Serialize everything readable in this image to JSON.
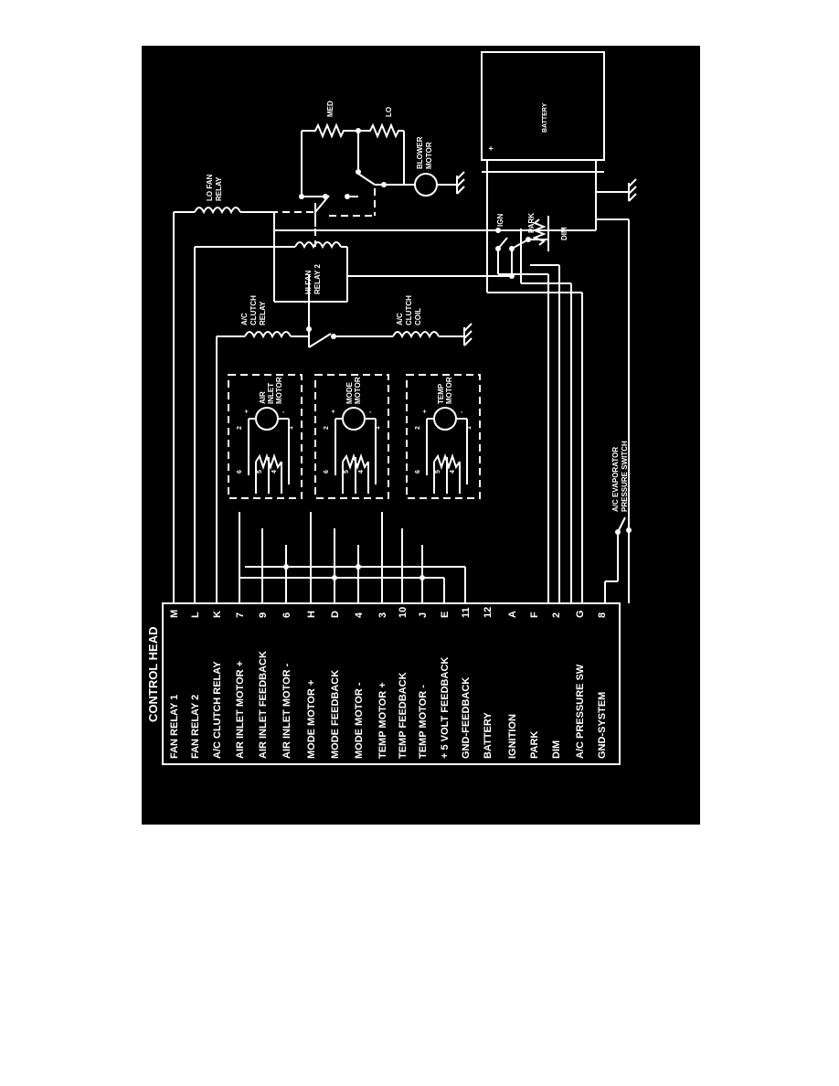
{
  "figure_id": "F7517",
  "control_head": {
    "title": "CONTROL HEAD",
    "rows": [
      {
        "label": "FAN RELAY 1",
        "pin": "M"
      },
      {
        "label": "FAN RELAY 2",
        "pin": "L"
      },
      {
        "label": "A/C CLUTCH RELAY",
        "pin": "K"
      },
      {
        "label": "AIR INLET MOTOR +",
        "pin": "7"
      },
      {
        "label": "AIR INLET FEEDBACK",
        "pin": "9"
      },
      {
        "label": "AIR INLET MOTOR -",
        "pin": "6"
      },
      {
        "label": "MODE MOTOR +",
        "pin": "H"
      },
      {
        "label": "MODE FEEDBACK",
        "pin": "D"
      },
      {
        "label": "MODE MOTOR -",
        "pin": "4"
      },
      {
        "label": "TEMP MOTOR +",
        "pin": "3"
      },
      {
        "label": "TEMP FEEDBACK",
        "pin": "10"
      },
      {
        "label": "TEMP MOTOR -",
        "pin": "J"
      },
      {
        "label": "+ 5 VOLT FEEDBACK",
        "pin": "E"
      },
      {
        "label": "GND-FEEDBACK",
        "pin": "11"
      },
      {
        "label": "BATTERY",
        "pin": "12"
      },
      {
        "label": "IGNITION",
        "pin": "A"
      },
      {
        "label": "PARK",
        "pin": "F"
      },
      {
        "label": "DIM",
        "pin": "2"
      },
      {
        "label": "A/C PRESSURE SW",
        "pin": "G"
      },
      {
        "label": "GND-SYSTEM",
        "pin": "8"
      }
    ]
  },
  "components": {
    "battery": "BATTERY",
    "battery_plus": "+",
    "blower_motor": [
      "BLOWER",
      "MOTOR"
    ],
    "resistor_med": "MED",
    "resistor_lo": "LO",
    "lo_fan_relay": [
      "LO FAN",
      "RELAY"
    ],
    "hi_fan_relay": [
      "HI FAN",
      "RELAY 2"
    ],
    "ac_clutch_relay": [
      "A/C",
      "CLUTCH",
      "RELAY"
    ],
    "ac_clutch_coil": [
      "A/C",
      "CLUTCH",
      "COIL"
    ],
    "ign": "IGN",
    "park": "PARK",
    "dim": "DIM",
    "air_inlet_motor": [
      "AIR",
      "INLET",
      "MOTOR"
    ],
    "mode_motor": [
      "MODE",
      "MOTOR"
    ],
    "temp_motor": [
      "TEMP",
      "MOTOR"
    ],
    "evap_switch": [
      "A/C EVAPORATOR",
      "PRESSURE SWITCH"
    ],
    "motor_terminals": {
      "t2": "2",
      "plus": "+",
      "minus": "-",
      "t1": "1",
      "t6": "6",
      "t5": "5",
      "t4": "4"
    }
  }
}
